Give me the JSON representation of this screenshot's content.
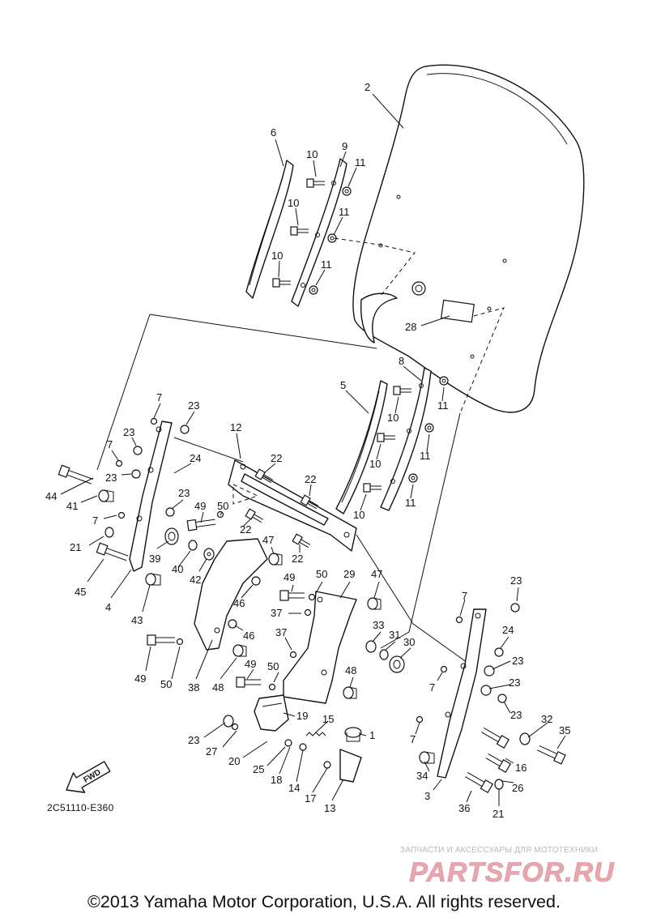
{
  "diagram": {
    "part_numbers": [
      "1",
      "2",
      "3",
      "4",
      "5",
      "6",
      "7",
      "8",
      "9",
      "10",
      "11",
      "12",
      "13",
      "14",
      "15",
      "16",
      "17",
      "18",
      "19",
      "20",
      "21",
      "22",
      "23",
      "24",
      "25",
      "26",
      "27",
      "28",
      "29",
      "30",
      "31",
      "32",
      "33",
      "34",
      "35",
      "36",
      "37",
      "38",
      "39",
      "40",
      "41",
      "42",
      "43",
      "44",
      "45",
      "46",
      "47",
      "48",
      "49",
      "50"
    ],
    "callouts": [
      {
        "n": "2"
      },
      {
        "n": "6"
      },
      {
        "n": "10"
      },
      {
        "n": "9"
      },
      {
        "n": "11"
      },
      {
        "n": "10"
      },
      {
        "n": "11"
      },
      {
        "n": "10"
      },
      {
        "n": "11"
      },
      {
        "n": "28"
      },
      {
        "n": "8"
      },
      {
        "n": "5"
      },
      {
        "n": "11"
      },
      {
        "n": "10"
      },
      {
        "n": "11"
      },
      {
        "n": "10"
      },
      {
        "n": "11"
      },
      {
        "n": "10"
      },
      {
        "n": "7"
      },
      {
        "n": "23"
      },
      {
        "n": "23"
      },
      {
        "n": "7"
      },
      {
        "n": "23"
      },
      {
        "n": "24"
      },
      {
        "n": "44"
      },
      {
        "n": "41"
      },
      {
        "n": "23"
      },
      {
        "n": "7"
      },
      {
        "n": "12"
      },
      {
        "n": "22"
      },
      {
        "n": "22"
      },
      {
        "n": "49"
      },
      {
        "n": "50"
      },
      {
        "n": "22"
      },
      {
        "n": "21"
      },
      {
        "n": "39"
      },
      {
        "n": "40"
      },
      {
        "n": "42"
      },
      {
        "n": "47"
      },
      {
        "n": "22"
      },
      {
        "n": "45"
      },
      {
        "n": "4"
      },
      {
        "n": "43"
      },
      {
        "n": "46"
      },
      {
        "n": "46"
      },
      {
        "n": "49"
      },
      {
        "n": "50"
      },
      {
        "n": "29"
      },
      {
        "n": "47"
      },
      {
        "n": "37"
      },
      {
        "n": "37"
      },
      {
        "n": "33"
      },
      {
        "n": "31"
      },
      {
        "n": "30"
      },
      {
        "n": "49"
      },
      {
        "n": "50"
      },
      {
        "n": "48"
      },
      {
        "n": "50"
      },
      {
        "n": "38"
      },
      {
        "n": "48"
      },
      {
        "n": "49"
      },
      {
        "n": "7"
      },
      {
        "n": "23"
      },
      {
        "n": "24"
      },
      {
        "n": "23"
      },
      {
        "n": "7"
      },
      {
        "n": "23"
      },
      {
        "n": "23"
      },
      {
        "n": "19"
      },
      {
        "n": "15"
      },
      {
        "n": "1"
      },
      {
        "n": "23"
      },
      {
        "n": "27"
      },
      {
        "n": "20"
      },
      {
        "n": "25"
      },
      {
        "n": "18"
      },
      {
        "n": "14"
      },
      {
        "n": "17"
      },
      {
        "n": "13"
      },
      {
        "n": "7"
      },
      {
        "n": "32"
      },
      {
        "n": "35"
      },
      {
        "n": "16"
      },
      {
        "n": "34"
      },
      {
        "n": "26"
      },
      {
        "n": "3"
      },
      {
        "n": "36"
      },
      {
        "n": "21"
      }
    ],
    "fwd_label": "FWD",
    "diagram_code": "2C51110-E360"
  },
  "watermark": {
    "caption": "ЗАПЧАСТИ И АКСЕССУАРЫ ДЛЯ МОТОТЕХНИКИ",
    "logo_text": "PARTSFOR.RU",
    "logo_color": "#e8a6ae"
  },
  "copyright": "©2013 Yamaha Motor Corporation, U.S.A. All rights reserved."
}
